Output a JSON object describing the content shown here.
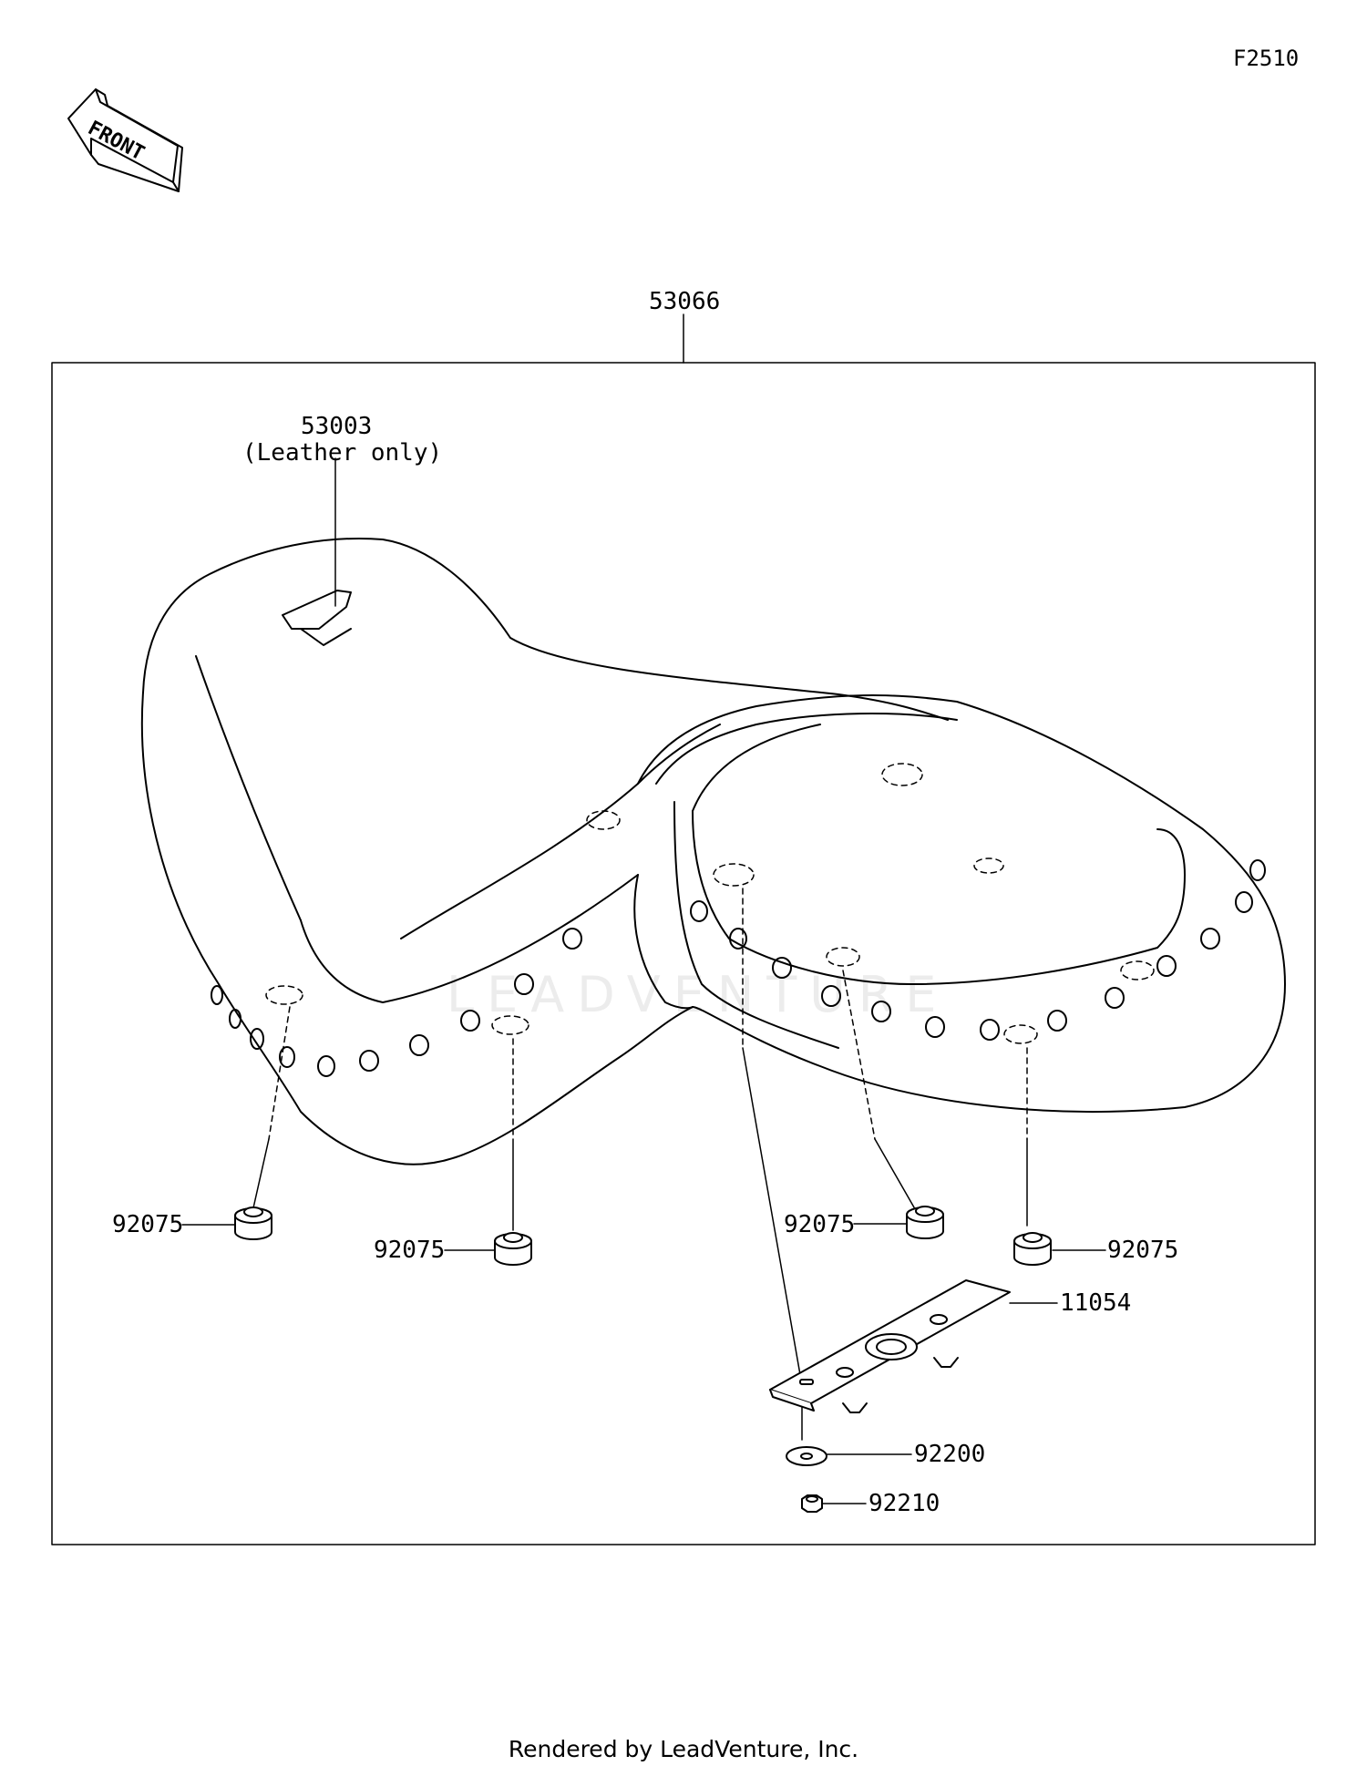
{
  "figure_code": "F2510",
  "front_arrow_text": "FRONT",
  "watermark_text": "LEADVENTURE",
  "parts": {
    "seat_assembly": "53066",
    "patch": "53003",
    "patch_note": "(Leather only)",
    "damper_1": "92075",
    "damper_2": "92075",
    "damper_3": "92075",
    "damper_4": "92075",
    "bracket": "11054",
    "washer": "92200",
    "nut": "92210"
  },
  "footer": "Rendered by LeadVenture, Inc."
}
